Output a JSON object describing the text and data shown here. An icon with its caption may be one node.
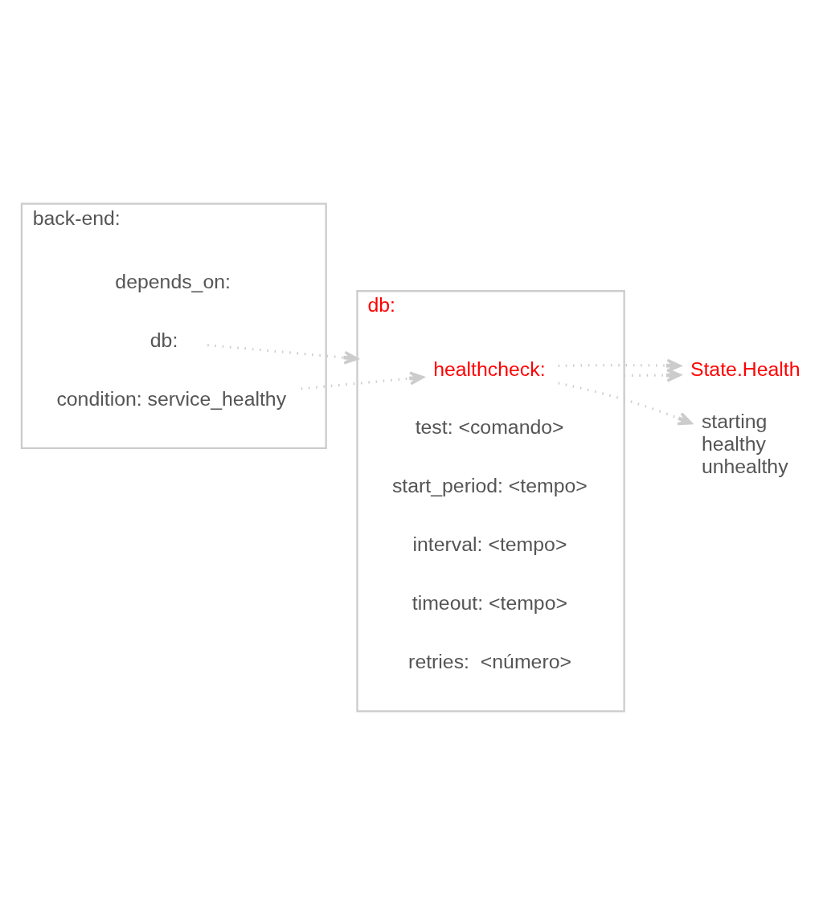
{
  "diagram": {
    "nodes": [
      {
        "text": [
          "back-end:"
        ]
      },
      {
        "text": [
          "depends_on:"
        ],
        "in": 0
      },
      {
        "text": [
          "db:"
        ],
        "in": 0
      },
      {
        "text": [
          "condition: service_healthy"
        ],
        "in": 0
      },
      {
        "text": [
          "State.Health"
        ]
      },
      {
        "text": [
          "db:"
        ]
      },
      {
        "text": [
          "healthcheck:"
        ],
        "in": 5
      },
      {
        "text": [
          "test: <comando>"
        ],
        "in": 5
      },
      {
        "text": [
          "start_period: <tempo>"
        ],
        "in": 5
      },
      {
        "text": [
          "interval: <tempo>"
        ],
        "in": 5
      },
      {
        "text": [
          "timeout: <tempo>"
        ],
        "in": 5
      },
      {
        "text": [
          "retries:  <número>"
        ],
        "in": 5
      },
      {
        "text": [
          "starting",
          "healthy",
          "unhealthy"
        ]
      }
    ],
    "edges": [
      {
        "from": 2,
        "to": 5,
        "arrow": "to",
        "style": "dashed"
      },
      {
        "from": 5,
        "to": 4,
        "arrow": "to",
        "style": "dashed"
      },
      {
        "from": 3,
        "to": 6,
        "arrow": "to",
        "style": "dashed"
      },
      {
        "from": 6,
        "to": 4,
        "arrow": "to",
        "style": "dashed"
      },
      {
        "from": 6,
        "to": 12,
        "arrow": "to",
        "style": "dashed"
      }
    ]
  }
}
